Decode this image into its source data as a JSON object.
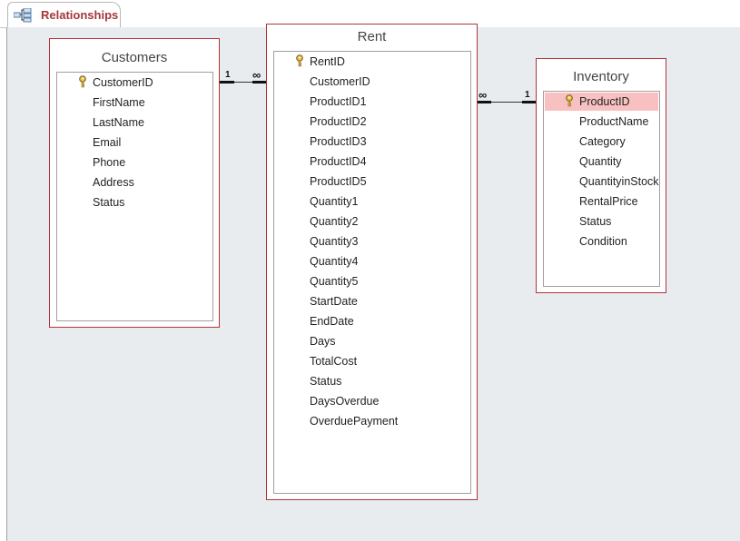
{
  "tab": {
    "label": "Relationships",
    "icon": "relationships-icon"
  },
  "tables": {
    "customers": {
      "title": "Customers",
      "fields": [
        "CustomerID",
        "FirstName",
        "LastName",
        "Email",
        "Phone",
        "Address",
        "Status"
      ],
      "primary_key": "CustomerID"
    },
    "rent": {
      "title": "Rent",
      "fields": [
        "RentID",
        "CustomerID",
        "ProductID1",
        "ProductID2",
        "ProductID3",
        "ProductID4",
        "ProductID5",
        "Quantity1",
        "Quantity2",
        "Quantity3",
        "Quantity4",
        "Quantity5",
        "StartDate",
        "EndDate",
        "Days",
        "TotalCost",
        "Status",
        "DaysOverdue",
        "OverduePayment"
      ],
      "primary_key": "RentID"
    },
    "inventory": {
      "title": "Inventory",
      "fields": [
        "ProductID",
        "ProductName",
        "Category",
        "Quantity",
        "QuantityinStock",
        "RentalPrice",
        "Status",
        "Condition"
      ],
      "primary_key": "ProductID",
      "selected": "ProductID"
    }
  },
  "relationships": [
    {
      "from": "Customers",
      "to": "Rent",
      "one": "1",
      "many": "∞"
    },
    {
      "from": "Rent",
      "to": "Inventory",
      "one": "1",
      "many": "∞"
    }
  ],
  "colors": {
    "accent": "#a4373a",
    "selection": "#f8c0c0",
    "canvas": "#e9ecef"
  }
}
